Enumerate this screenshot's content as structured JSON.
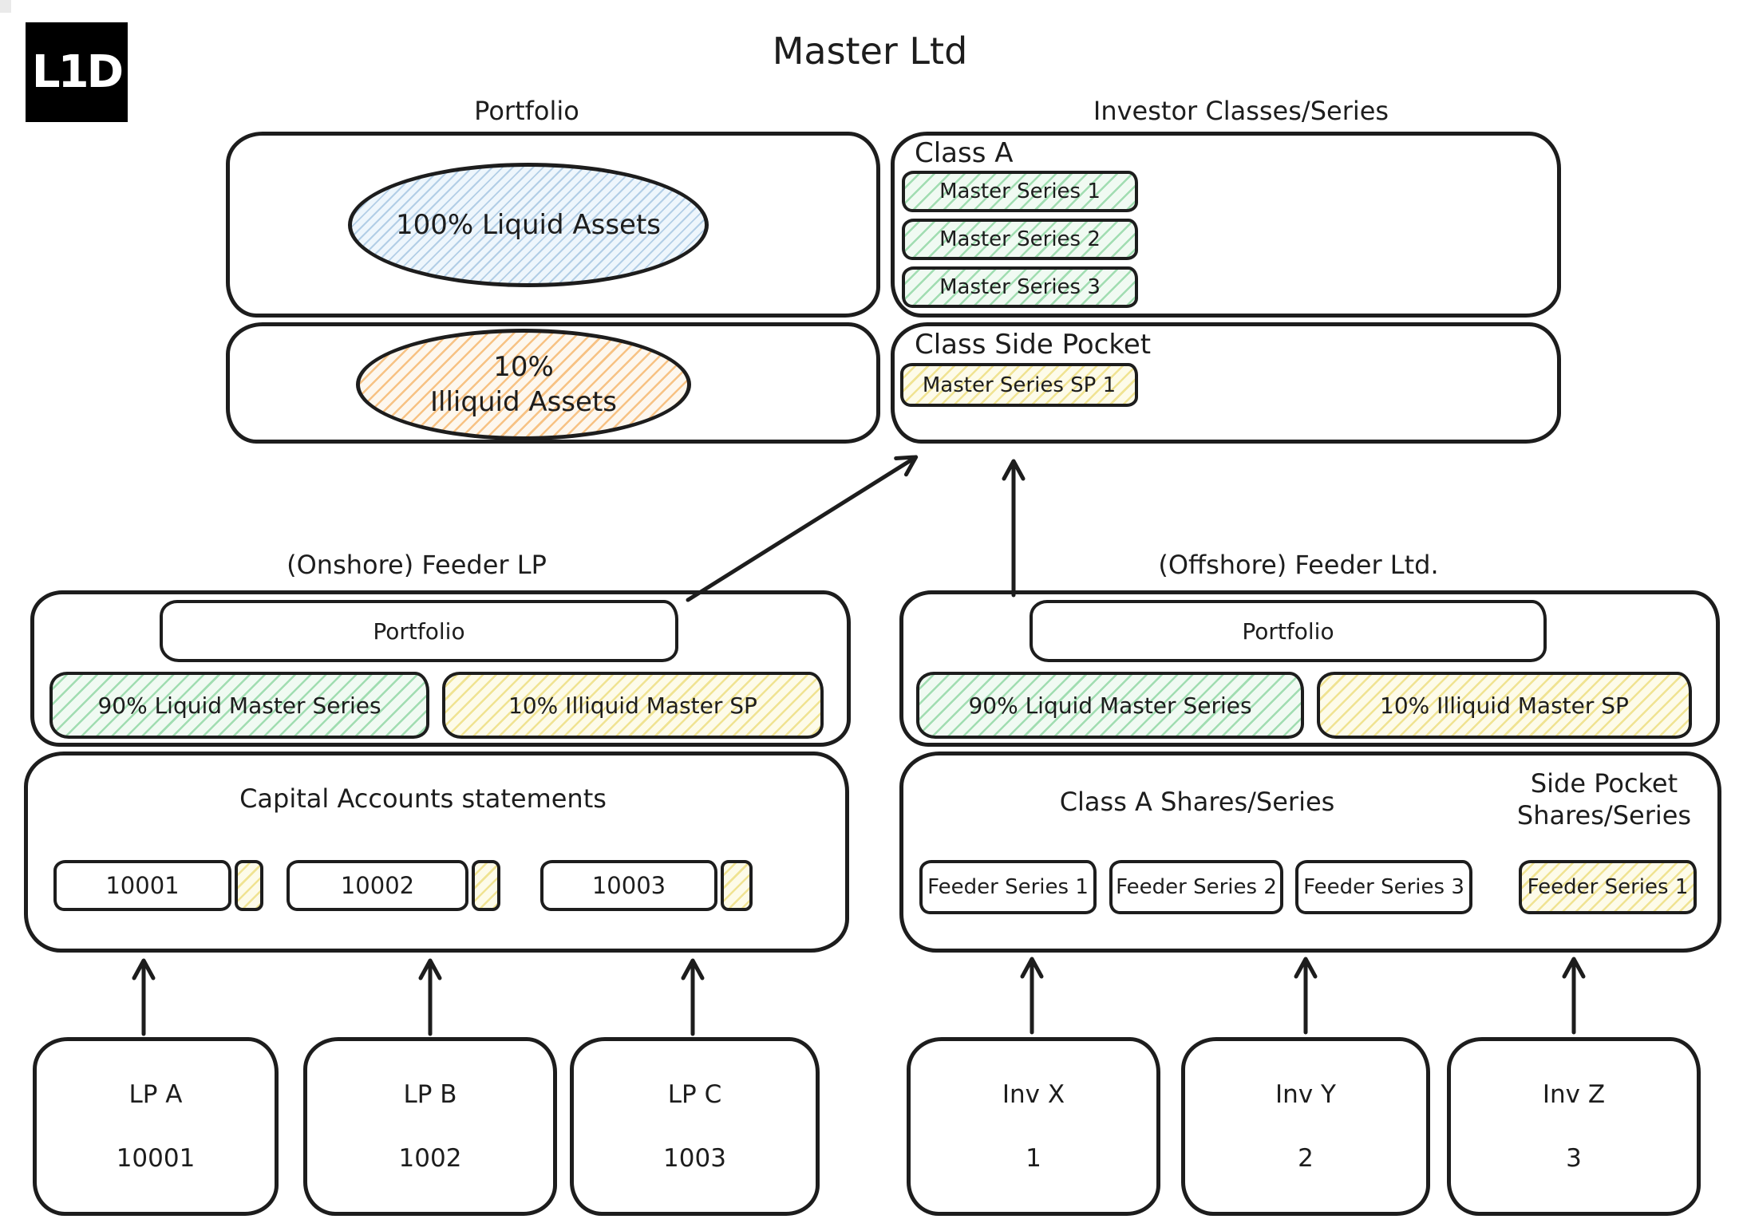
{
  "logo": {
    "text": "L1D"
  },
  "title": "Master Ltd",
  "master": {
    "portfolio_label": "Portfolio",
    "investor_label": "Investor Classes/Series",
    "liquid_ellipse": "100% Liquid Assets",
    "illiquid_ellipse_line1": "10%",
    "illiquid_ellipse_line2": "Illiquid Assets",
    "class_a": {
      "label": "Class A",
      "series": [
        "Master Series 1",
        "Master Series 2",
        "Master Series 3"
      ]
    },
    "side_pocket": {
      "label": "Class Side Pocket",
      "series": [
        "Master Series SP 1"
      ]
    }
  },
  "onshore": {
    "title": "(Onshore) Feeder LP",
    "portfolio_label": "Portfolio",
    "liquid_label": "90% Liquid Master Series",
    "illiquid_label": "10% Illiquid Master SP",
    "capital_accounts": {
      "title": "Capital Accounts statements",
      "accounts": [
        "10001",
        "10002",
        "10003"
      ]
    },
    "investors": [
      {
        "name": "LP A",
        "number": "10001"
      },
      {
        "name": "LP B",
        "number": "1002"
      },
      {
        "name": "LP C",
        "number": "1003"
      }
    ]
  },
  "offshore": {
    "title": "(Offshore) Feeder Ltd.",
    "portfolio_label": "Portfolio",
    "liquid_label": "90% Liquid Master Series",
    "illiquid_label": "10% Illiquid Master SP",
    "class_a_label": "Class A Shares/Series",
    "side_pocket_label_line1": "Side Pocket",
    "side_pocket_label_line2": "Shares/Series",
    "feeder_series": [
      "Feeder Series 1",
      "Feeder Series 2",
      "Feeder Series 3"
    ],
    "side_pocket_series": [
      "Feeder Series 1"
    ],
    "investors": [
      {
        "name": "Inv X",
        "number": "1"
      },
      {
        "name": "Inv Y",
        "number": "2"
      },
      {
        "name": "Inv Z",
        "number": "3"
      }
    ]
  },
  "colors": {
    "stroke": "#1d1d1d",
    "green_fill": "#f0faf2",
    "green_hatch": "#40ba62",
    "yellow_fill": "#fdfbe9",
    "yellow_hatch": "#e2cb3c",
    "blue_fill": "#eef6fc",
    "blue_hatch": "#6096c8",
    "orange_fill": "#fdf7ee",
    "orange_hatch": "#f2962c"
  }
}
